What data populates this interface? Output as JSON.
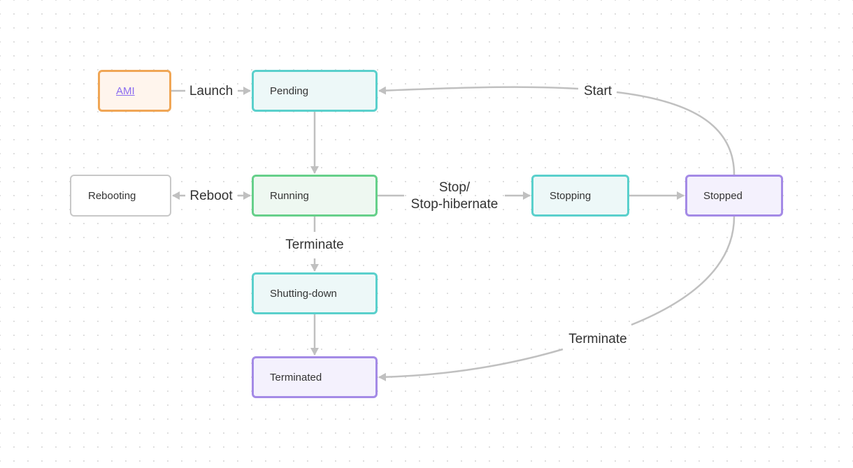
{
  "diagram": {
    "nodes": {
      "ami": "AMI",
      "pending": "Pending",
      "rebooting": "Rebooting",
      "running": "Running",
      "stopping": "Stopping",
      "stopped": "Stopped",
      "shutting_down": "Shutting-down",
      "terminated": "Terminated"
    },
    "edges": {
      "launch": "Launch",
      "reboot": "Reboot",
      "stop_line1": "Stop/",
      "stop_line2": "Stop-hibernate",
      "terminate_running": "Terminate",
      "start": "Start",
      "terminate_stopped": "Terminate"
    }
  },
  "colors": {
    "edge": "#c0c0c0",
    "teal_border": "#5ad0cc",
    "green_border": "#66d08a",
    "purple_border": "#a48ae6",
    "orange_border": "#f0a655",
    "link": "#8b6cf0"
  }
}
